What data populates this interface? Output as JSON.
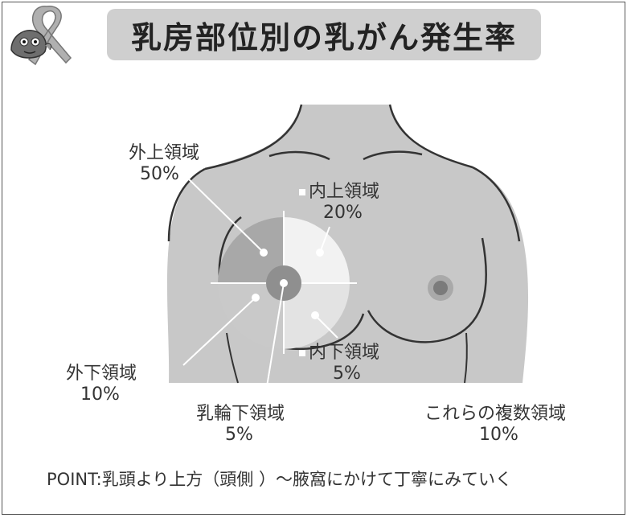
{
  "title": "乳房部位別の乳がん発生率",
  "regions": {
    "outer_upper": {
      "name": "外上領域",
      "value": "50%"
    },
    "inner_upper": {
      "name": "内上領域",
      "value": "20%"
    },
    "outer_lower": {
      "name": "外下領域",
      "value": "10%"
    },
    "inner_lower": {
      "name": "内下領域",
      "value": "5%"
    },
    "subareolar": {
      "name": "乳輪下領域",
      "value": "5%"
    },
    "multiple": {
      "name": "これらの複数領域",
      "value": "10%"
    }
  },
  "point": {
    "label": "POINT",
    "separator": ":",
    "text": "乳頭より上方（頭側 ）～腋窩にかけて丁寧にみていく"
  },
  "colors": {
    "body": "#c8c8c8",
    "outer_upper": "#a8a8a8",
    "inner_upper": "#f2f2f2",
    "outer_lower": "#c9c9c9",
    "inner_lower": "#e3e3e3",
    "nipple": "#8f8f8f",
    "title_bg": "#cfcfcf"
  },
  "icons": [
    "pink-ribbon-icon",
    "mascot-character-icon"
  ]
}
